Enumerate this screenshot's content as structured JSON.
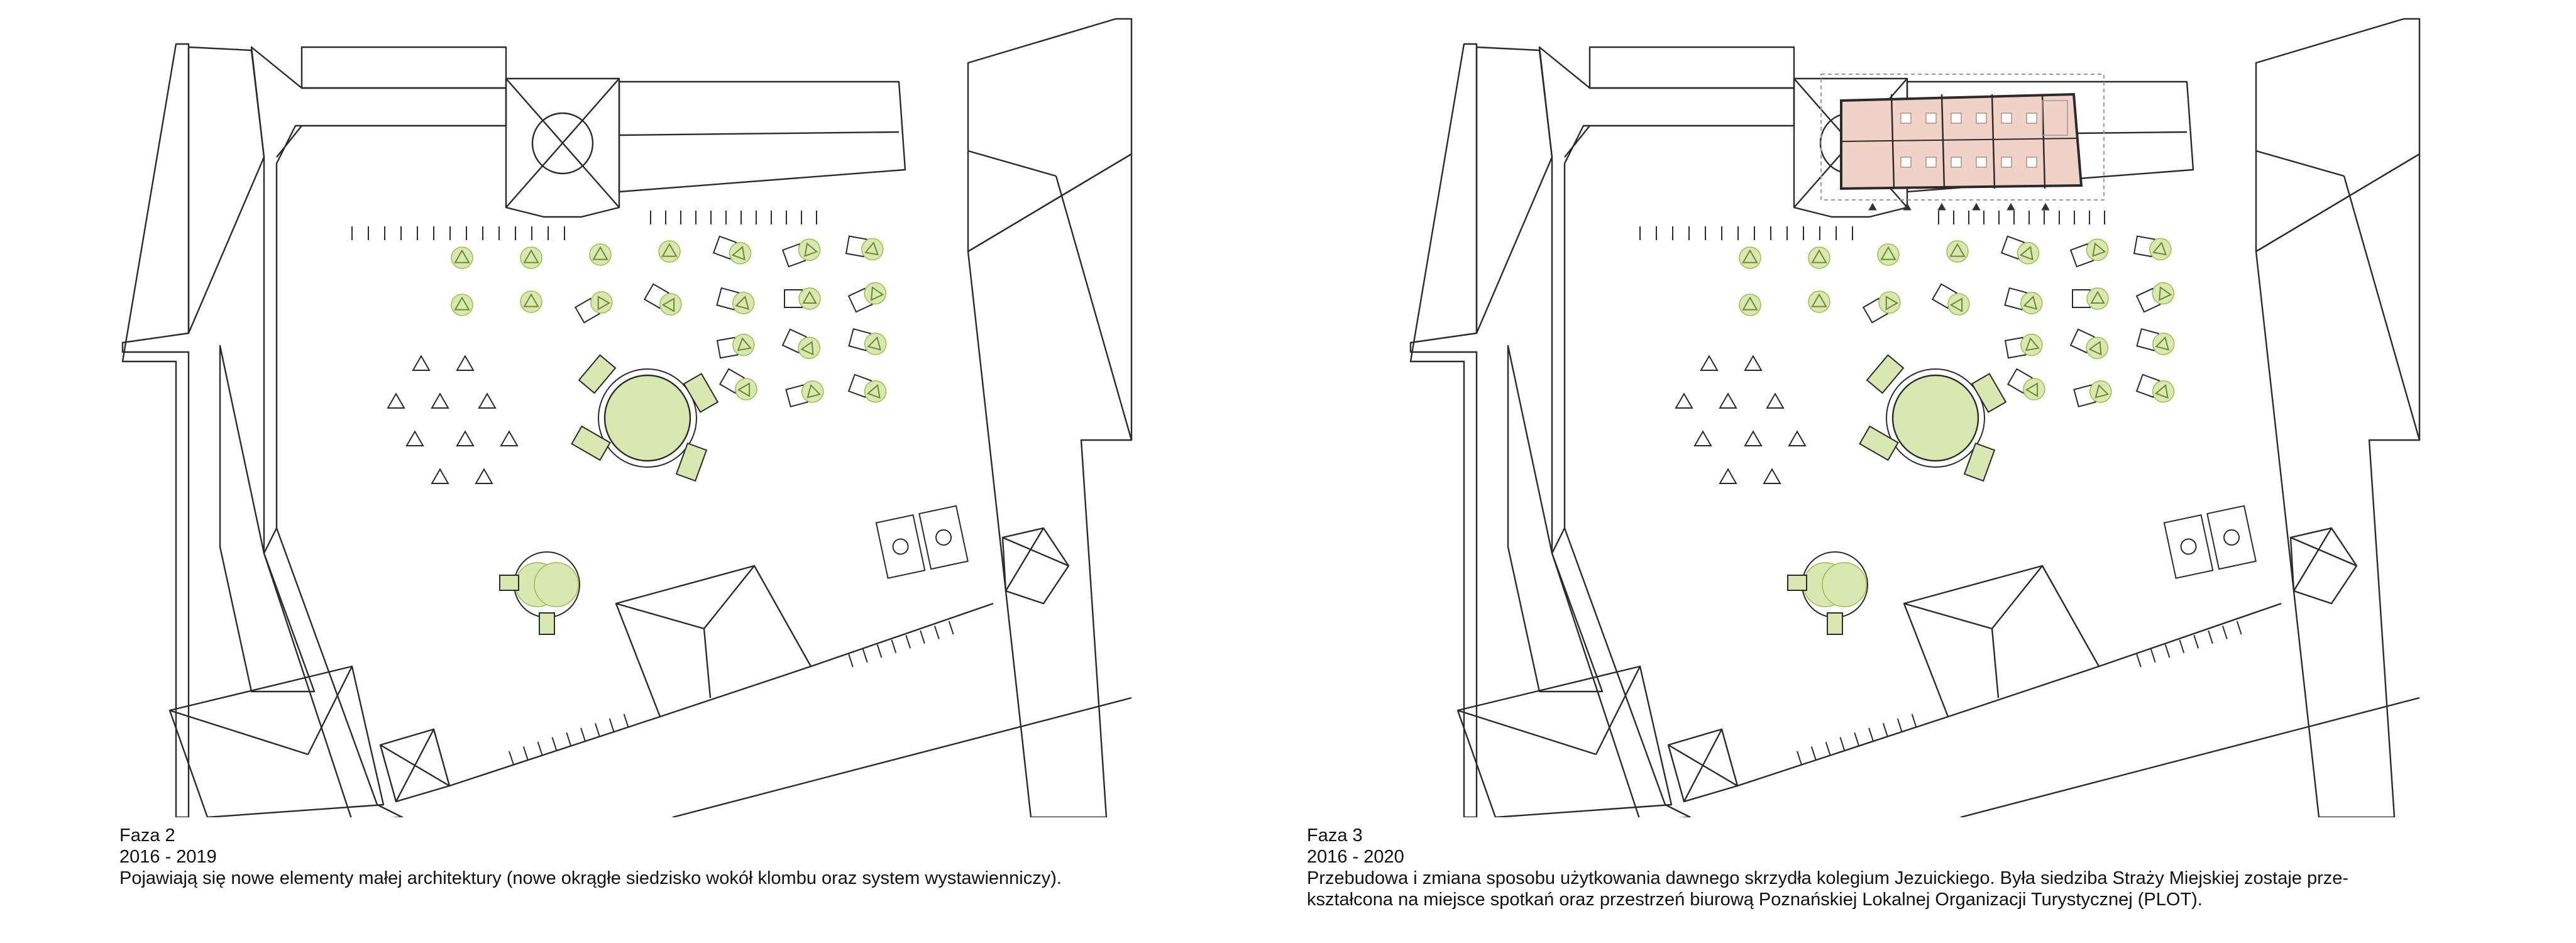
{
  "colors": {
    "line": "#2b2b2b",
    "grey": "#9a9a9a",
    "green_fill": "#d9e8b0",
    "green_stroke": "#9bbd4a",
    "new_wing_fill": "#f1d2c6",
    "new_wing_stroke": "#d49a88"
  },
  "phases": [
    {
      "title": "Faza 2",
      "years": "2016 - 2019",
      "description": [
        "Pojawiają się nowe elementy małej architektury (nowe okrągłe siedzisko wokół klombu oraz system wystawienniczy)."
      ],
      "highlight_new_wing": false
    },
    {
      "title": "Faza 3",
      "years": "2016 - 2020",
      "description": [
        "Przebudowa i zmiana sposobu użytkowania dawnego skrzydła kolegium Jezuickiego. Była siedziba Straży Miejskiej zostaje prze-",
        "kształcona na miejsce spotkań oraz przestrzeń biurową Poznańskiej Lokalnej Organizacji Turystycznej (PLOT)."
      ],
      "highlight_new_wing": true
    }
  ]
}
